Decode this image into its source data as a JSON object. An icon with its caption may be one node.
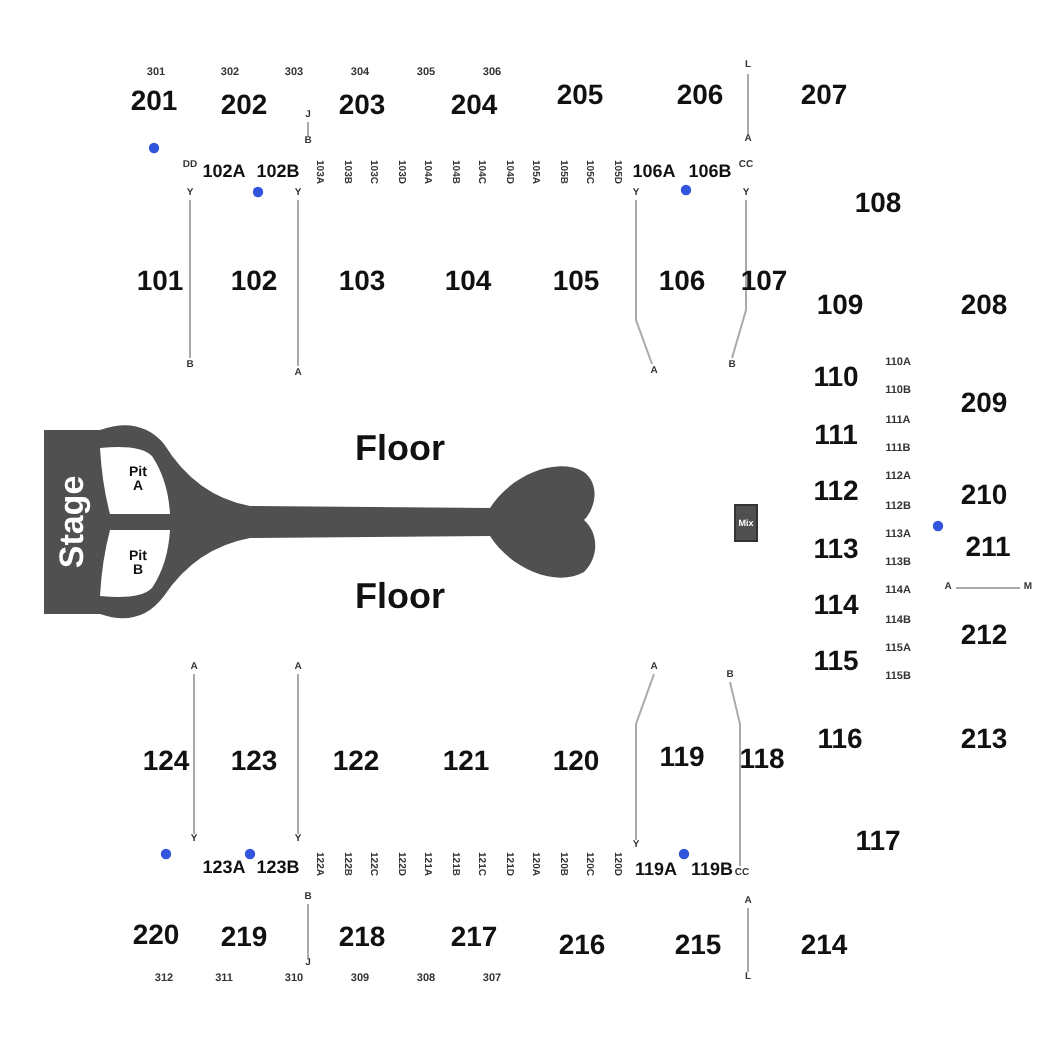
{
  "diagram": {
    "nodes": [
      {
        "text": [
          "Stage"
        ]
      },
      {
        "text": [
          "Pit A"
        ],
        "in": 0
      },
      {
        "text": [
          "Pit B"
        ],
        "in": 0
      },
      {
        "text": [
          "Mix"
        ]
      }
    ],
    "labels": [
      "301",
      "302",
      "303",
      "304",
      "305",
      "306",
      "L",
      "201",
      "202",
      "203",
      "204",
      "205",
      "206",
      "207",
      "J",
      "B",
      "A",
      "DD",
      "102A",
      "102B",
      "103A",
      "103B",
      "103C",
      "103D",
      "104A",
      "104B",
      "104C",
      "104D",
      "105A",
      "105B",
      "105C",
      "105D",
      "106A",
      "106B",
      "CC",
      "Y",
      "Y",
      "Y",
      "Y",
      "108",
      "101",
      "102",
      "103",
      "104",
      "105",
      "106",
      "107",
      "109",
      "208",
      "B",
      "A",
      "A",
      "B",
      "110",
      "110A",
      "110B",
      "209",
      "111",
      "111A",
      "111B",
      "Floor",
      "112",
      "112A",
      "112B",
      "210",
      "113",
      "113A",
      "113B",
      "211",
      "A",
      "M",
      "Floor",
      "114",
      "114A",
      "114B",
      "212",
      "115",
      "115A",
      "115B",
      "A",
      "A",
      "A",
      "B",
      "124",
      "123",
      "122",
      "121",
      "120",
      "119",
      "118",
      "116",
      "213",
      "117",
      "Y",
      "Y",
      "Y",
      "123A",
      "123B",
      "122A",
      "122B",
      "122C",
      "122D",
      "121A",
      "121B",
      "121C",
      "121D",
      "120A",
      "120B",
      "120C",
      "120D",
      "119A",
      "119B",
      "CC",
      "B",
      "A",
      "220",
      "219",
      "218",
      "217",
      "216",
      "215",
      "214",
      "J",
      "312",
      "311",
      "310",
      "309",
      "308",
      "307",
      "L"
    ]
  }
}
